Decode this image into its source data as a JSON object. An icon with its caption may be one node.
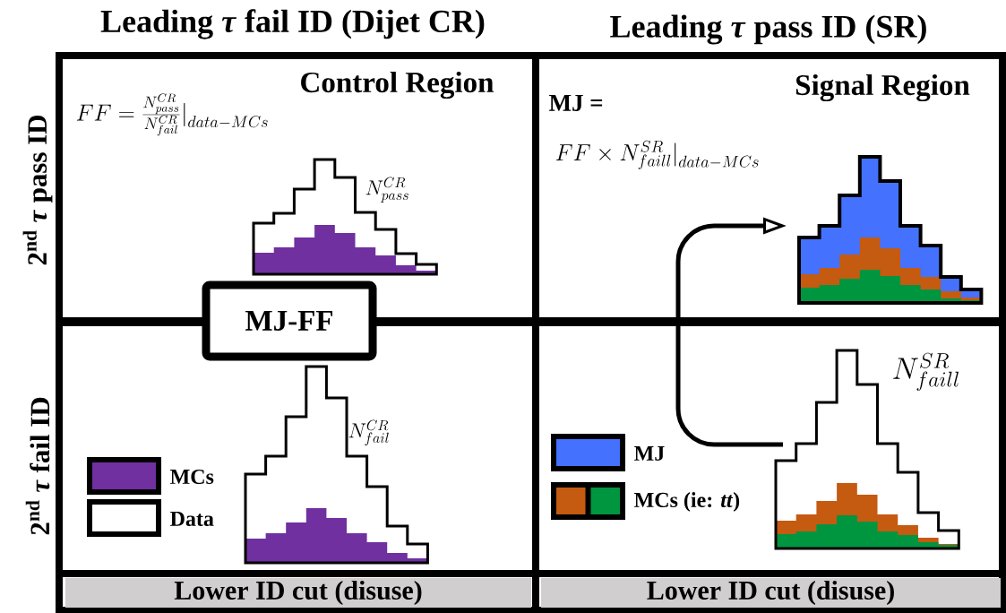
{
  "diagram": {
    "nodes": [
      {
        "text": [],
        "shape": "picture"
      },
      {
        "text": [],
        "shape": "picture"
      },
      {
        "text": [
          "MJ-FF"
        ]
      },
      {
        "text": [],
        "shape": "picture"
      },
      {
        "text": [],
        "shape": "picture"
      },
      {
        "text": [
          "Lower ID cut (disuse)"
        ]
      },
      {
        "text": [
          "Lower ID cut (disuse)"
        ]
      }
    ],
    "edges": [
      {
        "from": 4,
        "to": 1,
        "arrow": "to"
      }
    ],
    "labels": [
      "Leading *τ* fail ID (Dijet CR)",
      "Leading *τ* pass ID (SR)",
      "2$^{nd}$ *τ* pass ID",
      "FF = \\frac{N^{CR}_{pass}}{N^{CR}_{fail}}\\Big|_{data-MCs}",
      "Control Region",
      "MJ =",
      "FF\\times N^{SR}_{faill}\\Big|_{data-MCs}",
      "Signal Region",
      "N^{CR}_{pass}",
      "2$^{nd}$ *τ* fail ID",
      "N^{CR}_{fail}",
      "N^{SR}_{faill}"
    ],
    "legend": [
      {
        "text": "MCs",
        "color": "#7030a0"
      },
      {
        "text": "Data"
      },
      {
        "text": "MJ",
        "color": "#4472ff"
      },
      {
        "text": "MCs (ie: *tt*)"
      }
    ]
  }
}
